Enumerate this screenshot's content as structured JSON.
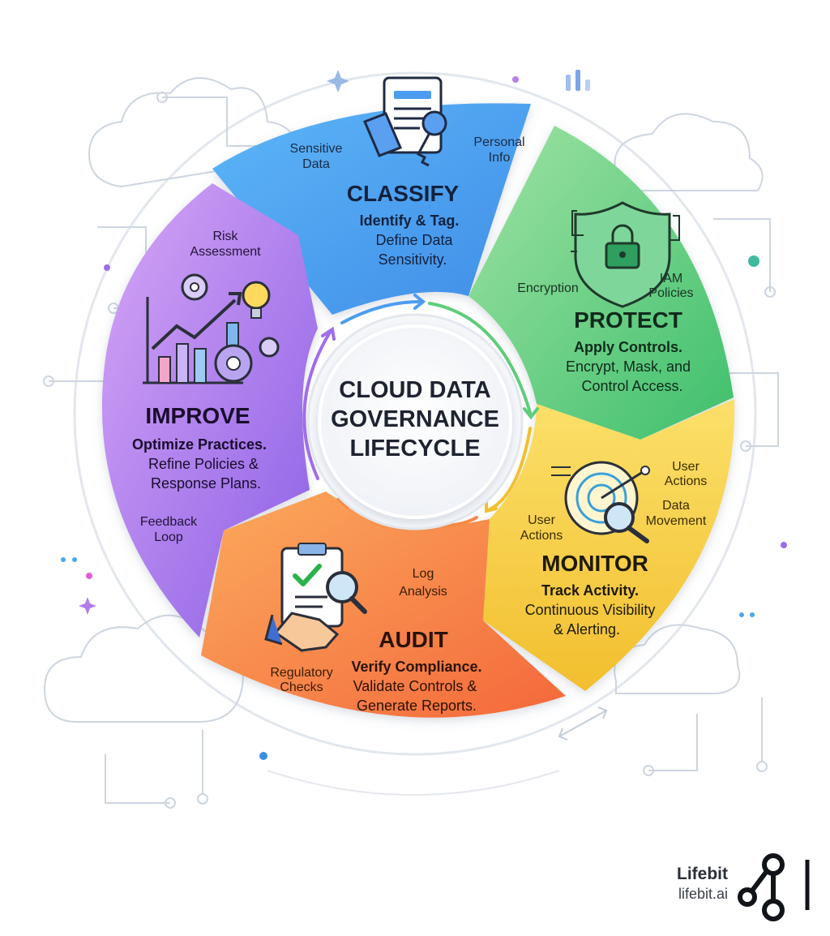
{
  "center": {
    "line1": "CLOUD DATA",
    "line2": "GOVERNANCE",
    "line3": "LIFECYCLE"
  },
  "segments": {
    "classify": {
      "title": "CLASSIFY",
      "subtitle": "Identify & Tag.",
      "line1": "Define Data",
      "line2": "Sensitivity.",
      "tag_left_1": "Sensitive",
      "tag_left_2": "Data",
      "tag_right_1": "Personal",
      "tag_right_2": "Info",
      "color": "#4c9df0",
      "icon": "document-tag-key-icon"
    },
    "protect": {
      "title": "PROTECT",
      "subtitle": "Apply Controls.",
      "line1": "Encrypt, Mask, and",
      "line2": "Control Access.",
      "tag_left": "Encryption",
      "tag_right_1": "IAM",
      "tag_right_2": "Policies",
      "color": "#5fcd7c",
      "icon": "shield-lock-icon"
    },
    "monitor": {
      "title": "MONITOR",
      "subtitle": "Track Activity.",
      "line1": "Continuous Visibility",
      "line2": "& Alerting.",
      "tag_tr_1": "User",
      "tag_tr_2": "Actions",
      "tag_mr_1": "Data",
      "tag_mr_2": "Movement",
      "tag_l_1": "User",
      "tag_l_2": "Actions",
      "color": "#f6cf4a",
      "icon": "radar-magnifier-icon"
    },
    "audit": {
      "title": "AUDIT",
      "subtitle": "Verify Compliance.",
      "line1": "Validate Controls &",
      "line2": "Generate Reports.",
      "tag_tr_1": "Log",
      "tag_tr_2": "Analysis",
      "tag_bl_1": "Regulatory",
      "tag_bl_2": "Checks",
      "color": "#f58a44",
      "icon": "clipboard-handshake-icon"
    },
    "improve": {
      "title": "IMPROVE",
      "subtitle": "Optimize Practices.",
      "line1": "Refine Policies &",
      "line2": "Response Plans.",
      "tag_top_1": "Risk",
      "tag_top_2": "Assessment",
      "tag_bottom_1": "Feedback",
      "tag_bottom_2": "Loop",
      "color": "#a06cec",
      "icon": "chart-gears-bulb-icon"
    }
  },
  "brand": {
    "name": "Lifebit",
    "url": "lifebit.ai",
    "icon": "lifebit-logo-icon"
  }
}
